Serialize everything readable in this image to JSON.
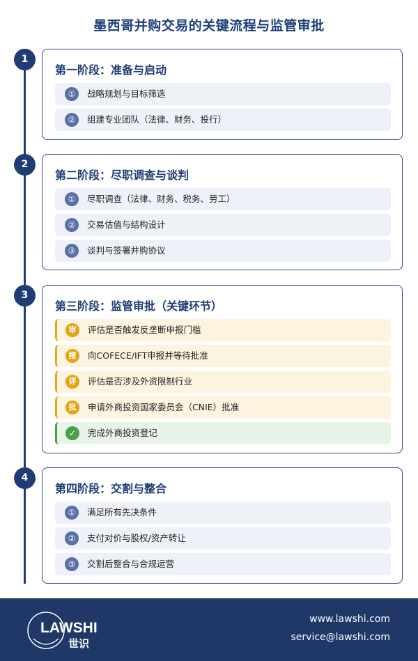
{
  "title": "墨西哥并购交易的关键流程与监管审批",
  "stages": [
    {
      "num": "1",
      "title": "第一阶段：准备与启动",
      "items": [
        {
          "bullet": "①",
          "text": "战略规划与目标筛选"
        },
        {
          "bullet": "②",
          "text": "组建专业团队（法律、财务、投行）"
        }
      ]
    },
    {
      "num": "2",
      "title": "第二阶段：尽职调查与谈判",
      "items": [
        {
          "bullet": "①",
          "text": "尽职调查（法律、财务、税务、劳工）"
        },
        {
          "bullet": "②",
          "text": "交易估值与结构设计"
        },
        {
          "bullet": "③",
          "text": "谈判与签署并购协议"
        }
      ]
    },
    {
      "num": "3",
      "title": "第三阶段：监管审批（关键环节）",
      "items": [
        {
          "bullet": "审",
          "text": "评估是否触发反垄断申报门槛"
        },
        {
          "bullet": "报",
          "text": "向COFECE/IFT申报并等待批准"
        },
        {
          "bullet": "评",
          "text": "评估是否涉及外资限制行业"
        },
        {
          "bullet": "批",
          "text": "申请外商投资国家委员会（CNIE）批准"
        },
        {
          "bullet": "✓",
          "text": "完成外商投资登记"
        }
      ]
    },
    {
      "num": "4",
      "title": "第四阶段：交割与整合",
      "items": [
        {
          "bullet": "①",
          "text": "满足所有先决条件"
        },
        {
          "bullet": "②",
          "text": "支付对价与股权/资产转让"
        },
        {
          "bullet": "③",
          "text": "交割后整合与合规运营"
        }
      ]
    }
  ],
  "footer": {
    "logo_text": "LAWSHI",
    "logo_cn": "世识",
    "website": "www.lawshi.com",
    "email": "service@lawshi.com"
  },
  "colors": {
    "primary": "#1f3c75",
    "warn": "#e3a416",
    "ok": "#47a047"
  }
}
